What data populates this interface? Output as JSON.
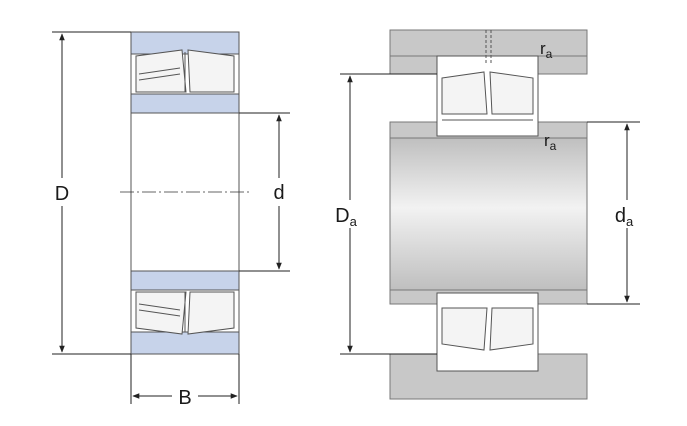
{
  "diagram": {
    "left_view": {
      "labels": {
        "outer_diameter": "D",
        "bore_diameter": "d",
        "width": "B"
      }
    },
    "right_view": {
      "labels": {
        "fillet_top": "r",
        "fillet_top_sub": "a",
        "fillet_mid": "r",
        "fillet_mid_sub": "a",
        "housing_diameter": "D",
        "housing_diameter_sub": "a",
        "shaft_diameter": "d",
        "shaft_diameter_sub": "a"
      }
    },
    "colors": {
      "ring_fill": "#c7d3ea",
      "housing_fill": "#c8c8c8",
      "roller_fill": "#f4f4f4",
      "line": "#222222"
    }
  }
}
